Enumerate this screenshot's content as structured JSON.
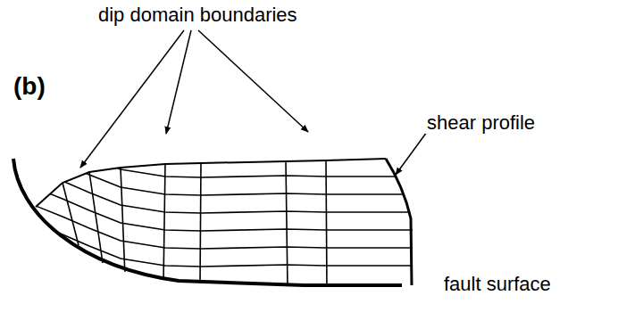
{
  "diagram": {
    "labels": [
      "(b)",
      "dip domain boundaries",
      "shear profile",
      "fault surface"
    ]
  }
}
